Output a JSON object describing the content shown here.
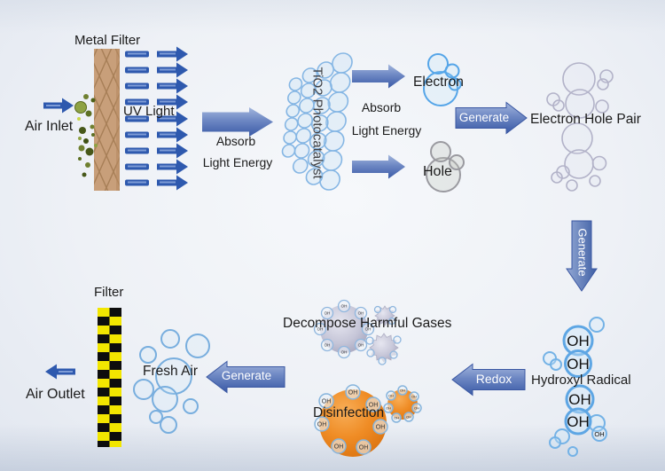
{
  "labels": {
    "metal_filter": "Metal Filter",
    "air_inlet": "Air Inlet",
    "uv_light": "UV Light",
    "absorb": "Absorb",
    "light_energy": "Light Energy",
    "tio2_photocatalyst": "TiO2 Photocatalyst",
    "electron": "Electron",
    "hole": "Hole",
    "generate": "Generate",
    "electron_hole_pair": "Electron Hole Pair",
    "oh": "OH",
    "hydroxyl_radical": "Hydroxyl Radical",
    "redox": "Redox",
    "decompose_harmful_gases": "Decompose Harmful Gases",
    "disinfection": "Disinfection",
    "fresh_air": "Fresh Air",
    "filter": "Filter",
    "air_outlet": "Air Outlet"
  },
  "colors": {
    "background": "#eef1f6",
    "arrow_blue_dark": "#3a5aa6",
    "arrow_blue_light": "#a3b6dd",
    "uv_ray_blue": "#2e59ae",
    "bubble_blue": "#5ea6e4",
    "bubble_gray_lavender": "#b2b2c8",
    "ball_orange": "#ee8c25",
    "ball_gray": "#c6c6d8",
    "metal_filter_tan": "#c89f7a",
    "filter_yellow": "#f2e600",
    "filter_black": "#0d0d0d",
    "particle_green": "#6f8030",
    "text_dark": "#1b1b1b",
    "text_white": "#ffffff"
  }
}
